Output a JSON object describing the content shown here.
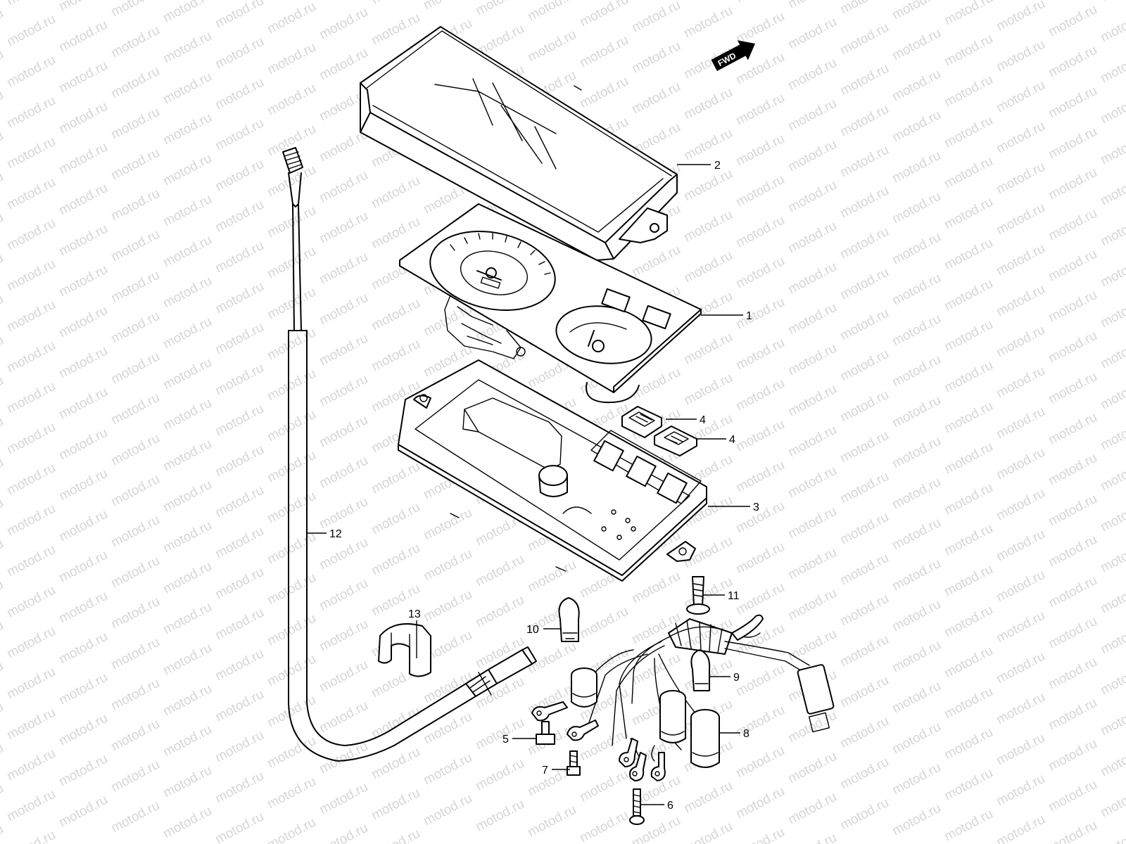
{
  "watermark": "motod.ru",
  "direction_badge": "FWD",
  "callouts": [
    {
      "id": "c2",
      "label": "2"
    },
    {
      "id": "c1",
      "label": "1"
    },
    {
      "id": "c4a",
      "label": "4"
    },
    {
      "id": "c4b",
      "label": "4"
    },
    {
      "id": "c3",
      "label": "3"
    },
    {
      "id": "c12",
      "label": "12"
    },
    {
      "id": "c11",
      "label": "11"
    },
    {
      "id": "c13",
      "label": "13"
    },
    {
      "id": "c10",
      "label": "10"
    },
    {
      "id": "c9",
      "label": "9"
    },
    {
      "id": "c8",
      "label": "8"
    },
    {
      "id": "c5",
      "label": "5"
    },
    {
      "id": "c7",
      "label": "7"
    },
    {
      "id": "c6",
      "label": "6"
    }
  ]
}
